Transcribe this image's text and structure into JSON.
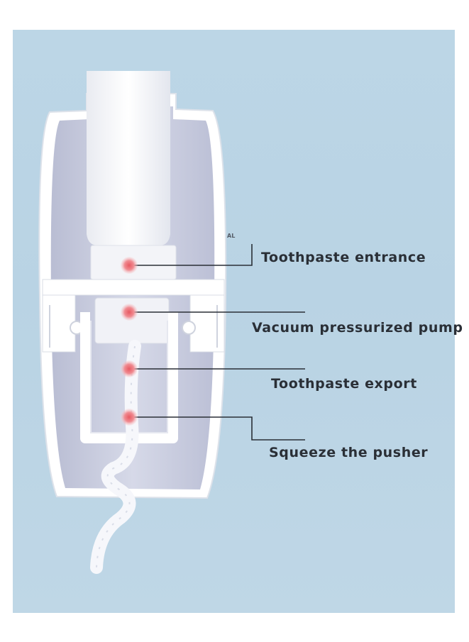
{
  "image": {
    "subject": "toothpaste-dispenser-cross-section",
    "colors": {
      "background": "#bcd6e6",
      "housing": "#ffffff",
      "housing_inner": "#c9cde0",
      "marker": "#e8626a",
      "line": "#2a2f36"
    },
    "corner_mark": "AL"
  },
  "callouts": [
    {
      "label": "Toothpaste entrance"
    },
    {
      "label": "Vacuum pressurized pump"
    },
    {
      "label": "Toothpaste export"
    },
    {
      "label": "Squeeze the pusher"
    }
  ]
}
